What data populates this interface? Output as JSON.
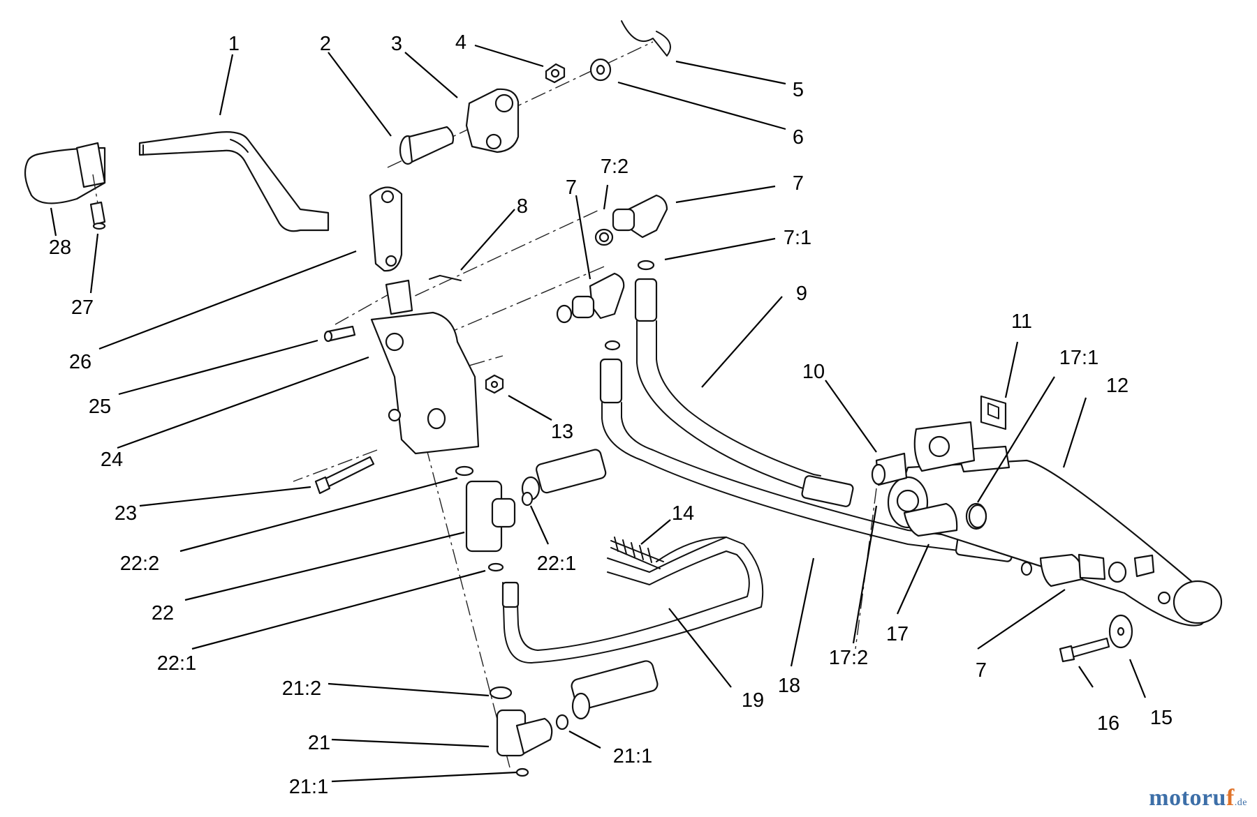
{
  "brand": {
    "part1": "motoru",
    "part2": "f",
    "part3": ".de"
  },
  "callouts": [
    {
      "id": "c-1",
      "text": "1"
    },
    {
      "id": "c-2",
      "text": "2"
    },
    {
      "id": "c-3",
      "text": "3"
    },
    {
      "id": "c-4",
      "text": "4"
    },
    {
      "id": "c-5",
      "text": "5"
    },
    {
      "id": "c-6",
      "text": "6"
    },
    {
      "id": "c-7-top",
      "text": "7"
    },
    {
      "id": "c-7-2",
      "text": "7:2"
    },
    {
      "id": "c-7-right",
      "text": "7"
    },
    {
      "id": "c-7-1",
      "text": "7:1"
    },
    {
      "id": "c-8",
      "text": "8"
    },
    {
      "id": "c-9",
      "text": "9"
    },
    {
      "id": "c-10",
      "text": "10"
    },
    {
      "id": "c-11",
      "text": "11"
    },
    {
      "id": "c-17-1",
      "text": "17:1"
    },
    {
      "id": "c-12",
      "text": "12"
    },
    {
      "id": "c-28",
      "text": "28"
    },
    {
      "id": "c-27",
      "text": "27"
    },
    {
      "id": "c-26",
      "text": "26"
    },
    {
      "id": "c-25",
      "text": "25"
    },
    {
      "id": "c-24",
      "text": "24"
    },
    {
      "id": "c-13",
      "text": "13"
    },
    {
      "id": "c-23",
      "text": "23"
    },
    {
      "id": "c-22-2",
      "text": "22:2"
    },
    {
      "id": "c-22-1-right",
      "text": "22:1"
    },
    {
      "id": "c-14",
      "text": "14"
    },
    {
      "id": "c-22",
      "text": "22"
    },
    {
      "id": "c-22-1-left",
      "text": "22:1"
    },
    {
      "id": "c-17",
      "text": "17"
    },
    {
      "id": "c-17-2",
      "text": "17:2"
    },
    {
      "id": "c-18",
      "text": "18"
    },
    {
      "id": "c-19",
      "text": "19"
    },
    {
      "id": "c-7-bottom",
      "text": "7"
    },
    {
      "id": "c-16",
      "text": "16"
    },
    {
      "id": "c-15",
      "text": "15"
    },
    {
      "id": "c-21-2",
      "text": "21:2"
    },
    {
      "id": "c-21",
      "text": "21"
    },
    {
      "id": "c-21-1-right",
      "text": "21:1"
    },
    {
      "id": "c-21-1-bottom",
      "text": "21:1"
    }
  ]
}
